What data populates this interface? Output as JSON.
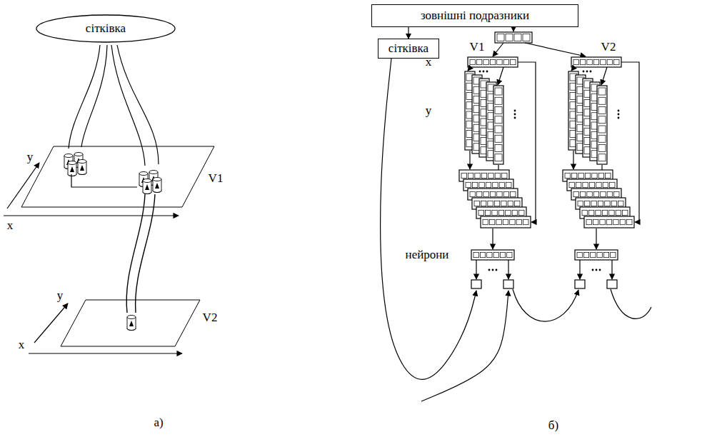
{
  "diagram": {
    "nodes": [
      {
        "text": [
          "сітківка"
        ]
      },
      {
        "text": [
          "зовнішні подразники"
        ]
      },
      {
        "text": [
          "сітківка"
        ]
      }
    ],
    "edges": [
      {
        "from": 1,
        "to": 2,
        "arrow": "to"
      }
    ],
    "labels": [
      "y",
      "x",
      "V1",
      "y",
      "x",
      "V2",
      "а)",
      "V1",
      "V2",
      "x",
      "y",
      "нейрони",
      "б)"
    ]
  }
}
